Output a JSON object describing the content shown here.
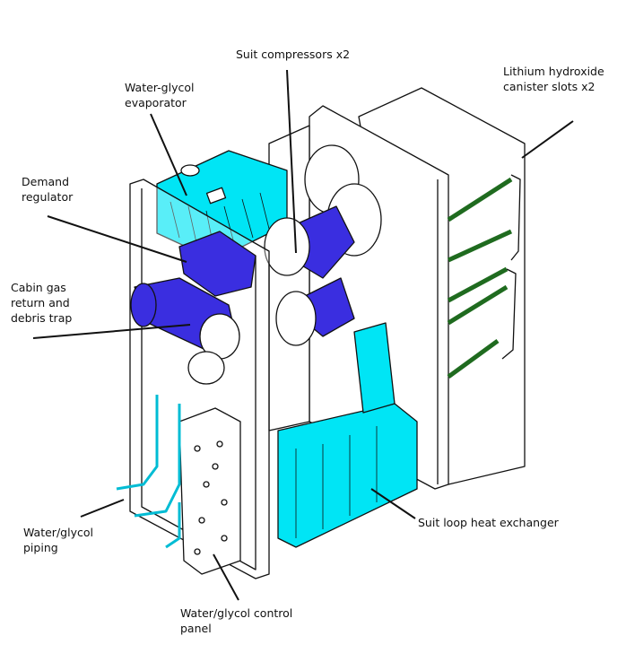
{
  "labels": {
    "suit_compressors": "Suit compressors x2",
    "evaporator": "Water-glycol\nevaporator",
    "lioh": "Lithium hydroxide\ncanister slots x2",
    "demand_regulator": "Demand\nregulator",
    "cabin_gas": "Cabin gas\nreturn and\ndebris trap",
    "piping": "Water/glycol\npiping",
    "heat_exchanger": "Suit loop heat exchanger",
    "control_panel": "Water/glycol control\npanel"
  },
  "colors": {
    "cyan": "#00e5f5",
    "blue": "#3a2ee0",
    "green": "#1f6b1f",
    "line": "#111111"
  }
}
